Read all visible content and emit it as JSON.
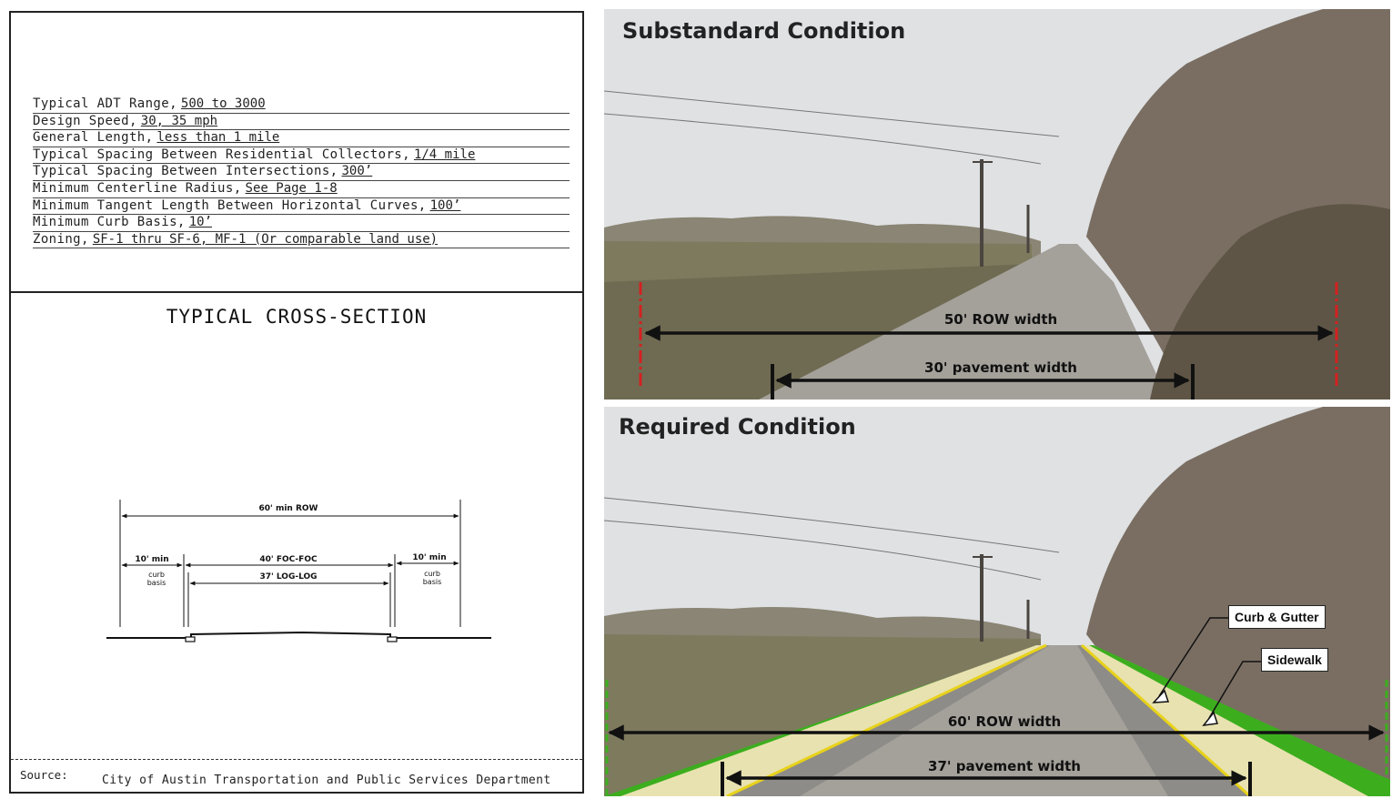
{
  "criteria": [
    {
      "label": "Typical ADT Range,",
      "value": "500 to 3000"
    },
    {
      "label": "Design Speed,",
      "value": "30, 35 mph"
    },
    {
      "label": "General Length,",
      "value": "less than 1 mile"
    },
    {
      "label": "Typical Spacing Between Residential Collectors,",
      "value": "1/4 mile"
    },
    {
      "label": "Typical Spacing Between Intersections,",
      "value": "300’"
    },
    {
      "label": "Minimum Centerline Radius,",
      "value": "See Page 1-8"
    },
    {
      "label": "Minimum Tangent Length Between Horizontal Curves,",
      "value": "100’"
    },
    {
      "label": "Minimum Curb Basis,",
      "value": "10’"
    },
    {
      "label": "Zoning,",
      "value": "SF-1 thru SF-6, MF-1 (Or comparable land use)"
    }
  ],
  "cross_section": {
    "title": "TYPICAL CROSS-SECTION",
    "row_label": "60' min ROW",
    "left_basis_label": "10' min",
    "right_basis_label": "10' min",
    "basis_sub_label_1": "curb",
    "basis_sub_label_2": "basis",
    "foc_label": "40' FOC-FOC",
    "log_label": "37' LOG-LOG"
  },
  "source": {
    "label": "Source:",
    "text": "City of Austin Transportation and Public Services Department"
  },
  "substandard": {
    "title": "Substandard Condition",
    "row_width": "50' ROW width",
    "pavement_width": "30' pavement width"
  },
  "required": {
    "title": "Required Condition",
    "row_width": "60' ROW width",
    "pavement_width": "37' pavement width",
    "callout_curb": "Curb & Gutter",
    "callout_sidewalk": "Sidewalk"
  },
  "colors": {
    "row_marker": "#d42020",
    "green_strip": "#3cae1e",
    "sidewalk": "#e8e2b0",
    "curb_line": "#e8d21a",
    "sky": "#dfe1e3",
    "ground": "#7d7a5e",
    "road": "#a4a09a"
  }
}
